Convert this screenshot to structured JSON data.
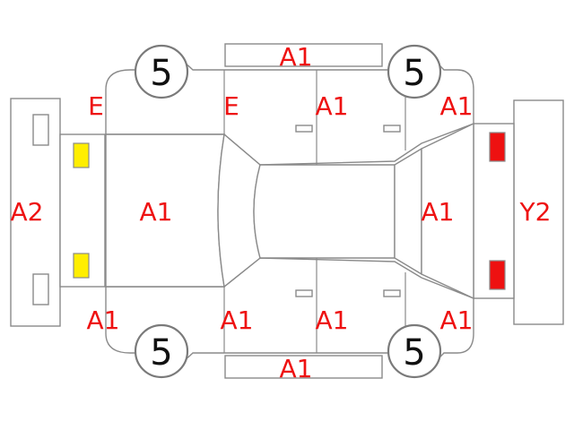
{
  "colors": {
    "line": "#8a8a8a",
    "code_text": "#ee1111",
    "front_lamp": "#ffee00",
    "rear_lamp": "#ee1111"
  },
  "wheels": {
    "front_left": "5",
    "rear_left": "5",
    "front_right": "5",
    "rear_right": "5"
  },
  "codes": {
    "roof_left_rail": "A1",
    "roof_right_rail": "A1",
    "left_front_fender": "E",
    "left_front_door": "E",
    "left_rear_door": "A1",
    "left_quarter": "A1",
    "right_front_fender": "A1",
    "right_front_door": "A1",
    "right_rear_door": "A1",
    "right_quarter": "A1",
    "front_bumper": "A2",
    "hood": "A1",
    "trunk": "A1",
    "rear_bumper": "Y2"
  }
}
